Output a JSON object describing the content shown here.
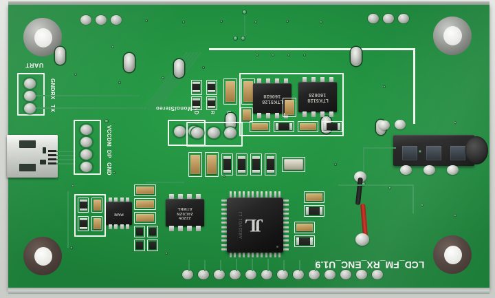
{
  "board": {
    "product_name": "LCD_FM_RX_ENC_U1.9",
    "silkscreen_bottom": "LCD_FM_RX_ENC_U1.9",
    "color_solder_mask": "#229241",
    "color_silkscreen": "#f2f6f0",
    "color_pad": "#bcbfb9"
  },
  "headers": {
    "uart": {
      "title": "UART",
      "pins": [
        {
          "label": "GND"
        },
        {
          "label": "RX"
        },
        {
          "label": "TX"
        }
      ]
    },
    "usb_breakout": {
      "pins": [
        {
          "label": "VCC"
        },
        {
          "label": "DM"
        },
        {
          "label": "DP"
        },
        {
          "label": "GND"
        }
      ]
    },
    "mono_stereo": {
      "title": "Mono/Stereo",
      "pin_count": 2
    },
    "audio_out": {
      "pins": [
        {
          "label": "GND"
        },
        {
          "label": "R"
        },
        {
          "label": "L"
        }
      ]
    }
  },
  "chips": {
    "amp_left": {
      "part": "LTK5128",
      "datecode": "160628"
    },
    "amp_right": {
      "part": "LTK5128",
      "datecode": "160628"
    },
    "mcu": {
      "logo": "JL",
      "marking": "AB32VG1 LJ"
    },
    "eeprom": {
      "line1": "J2205",
      "line2": "24C02N",
      "line3": "ATMEL"
    },
    "regulator": {
      "marking": "PAM"
    }
  },
  "connectors": {
    "micro_usb": {
      "name": "micro-usb-port"
    },
    "audio_jack": {
      "name": "3.5mm-audio-jack",
      "contacts": 3
    }
  },
  "hardware": {
    "mounting_holes": 4,
    "bottom_edge_pads": 13,
    "jumper_wire": {
      "colors": [
        "#111111",
        "#cf2d1c"
      ]
    }
  }
}
